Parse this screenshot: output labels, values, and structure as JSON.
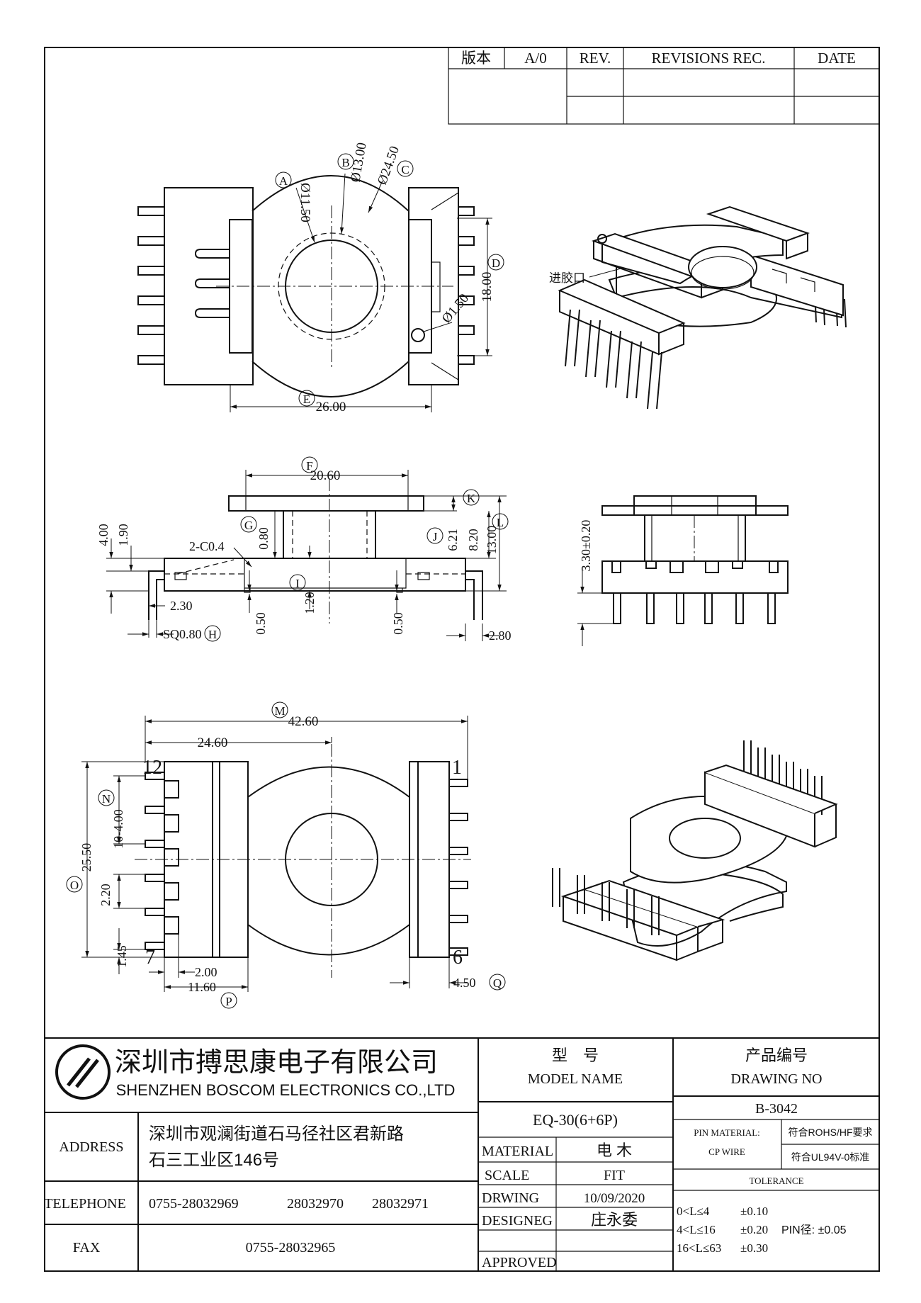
{
  "revision_table": {
    "version_label": "版本",
    "version_value": "A/0",
    "rev_label": "REV.",
    "revisions_label": "REVISIONS REC.",
    "date_label": "DATE"
  },
  "top_view": {
    "a": "A",
    "a_val": "Ø11.50",
    "b": "B",
    "b_val": "Ø13.00",
    "c": "C",
    "c_val": "Ø24.50",
    "d": "D",
    "d_val": "18.00",
    "e": "E",
    "e_val": "26.00",
    "hole": "Ø1.50"
  },
  "iso_view": {
    "gate_label": "进胶口"
  },
  "side_view": {
    "f": "F",
    "f_val": "20.60",
    "g": "G",
    "g_val": "0.80",
    "h": "H",
    "h_val": "SQ0.80",
    "i": "I",
    "i_val": "1.20",
    "j": "J",
    "j_val": "6.21",
    "k": "K",
    "l": "L",
    "l_val": "13.00",
    "v_8_20": "8.20",
    "v_4_00": "4.00",
    "v_1_90": "1.90",
    "chamfer": "2-C0.4",
    "v_2_30": "2.30",
    "v_0_50_a": "0.50",
    "v_0_50_b": "0.50",
    "v_2_80": "2.80"
  },
  "front_view": {
    "height": "3.30±0.20"
  },
  "bottom_view": {
    "m": "M",
    "m_val": "42.60",
    "n": "N",
    "n_val": "10-4.00",
    "o": "O",
    "o_val": "25.50",
    "p": "P",
    "p_val": "11.60",
    "q": "Q",
    "q_val": "4.50",
    "v_24_60": "24.60",
    "v_2_20": "2.20",
    "v_1_45": "1.45",
    "v_2_00": "2.00",
    "pin_12": "12",
    "pin_1": "1",
    "pin_7": "7",
    "pin_6": "6"
  },
  "title_block": {
    "company_cn": "深圳市搏思康电子有限公司",
    "company_en": "SHENZHEN BOSCOM ELECTRONICS CO.,LTD",
    "model_cn": "型　号",
    "model_en": "MODEL NAME",
    "drawing_cn": "产品编号",
    "drawing_en": "DRAWING NO",
    "model_value": "EQ-30(6+6P)",
    "drawing_value": "B-3042",
    "address_label": "ADDRESS",
    "address_line1": "深圳市观澜街道石马径社区君新路",
    "address_line2": "石三工业区146号",
    "telephone_label": "TELEPHONE",
    "telephone_1": "0755-28032969",
    "telephone_2": "28032970",
    "telephone_3": "28032971",
    "fax_label": "FAX",
    "fax_value": "0755-28032965",
    "material_label": "MATERIAL",
    "material_value": "电 木",
    "scale_label": "SCALE",
    "scale_value": "FIT",
    "drwing_label": "DRWING",
    "drwing_value": "10/09/2020",
    "designeg_label": "DESIGNEG",
    "designeg_value": "庄永委",
    "approved_label": "APPROVED",
    "pin_material_label": "PIN MATERIAL:",
    "pin_material_value": "CP WIRE",
    "rohs": "符合ROHS/HF要求",
    "ul": "符合UL94V-0标准",
    "tolerance_label": "TOLERANCE",
    "tol_1_range": "0<L≤4",
    "tol_1_val": "±0.10",
    "tol_2_range": "4<L≤16",
    "tol_2_val": "±0.20",
    "tol_3_range": "16<L≤63",
    "tol_3_val": "±0.30",
    "pin_dia": "PIN径: ±0.05"
  }
}
